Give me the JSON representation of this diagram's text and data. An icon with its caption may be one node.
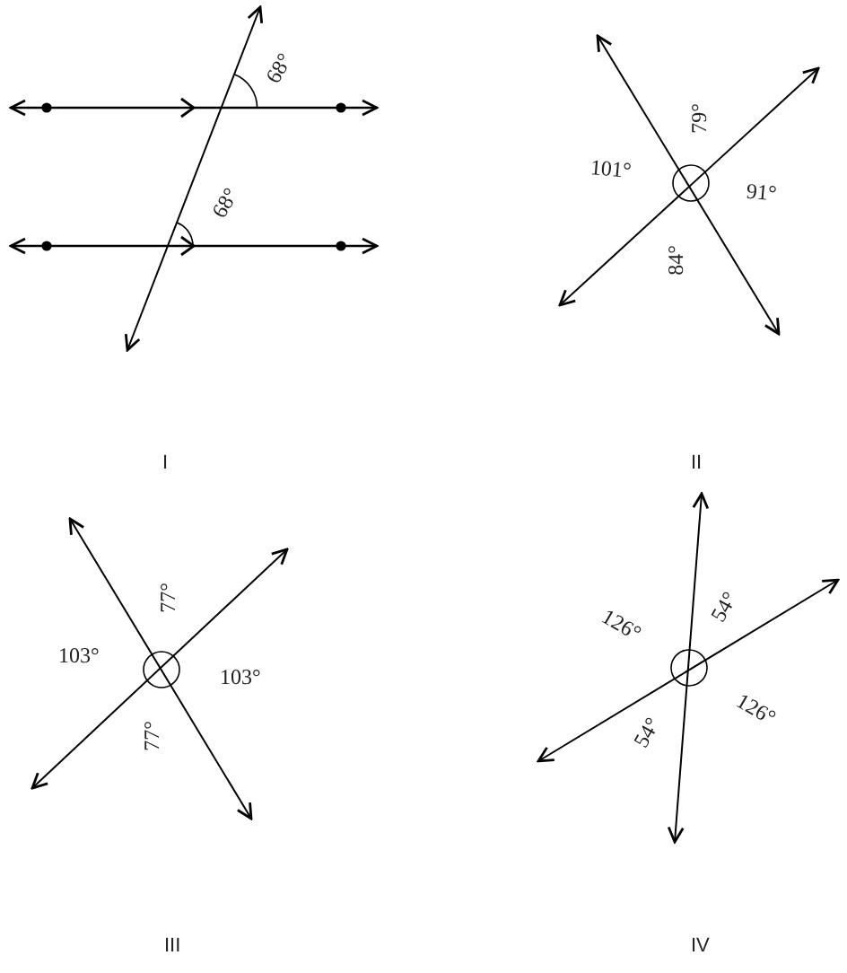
{
  "diagram": {
    "labels": [
      "68°",
      "68°",
      "79°",
      "101°",
      "91°",
      "84°",
      "I",
      "II",
      "77°",
      "103°",
      "103°",
      "77°",
      "126°",
      "54°",
      "54°",
      "126°",
      "III",
      "IV"
    ]
  }
}
